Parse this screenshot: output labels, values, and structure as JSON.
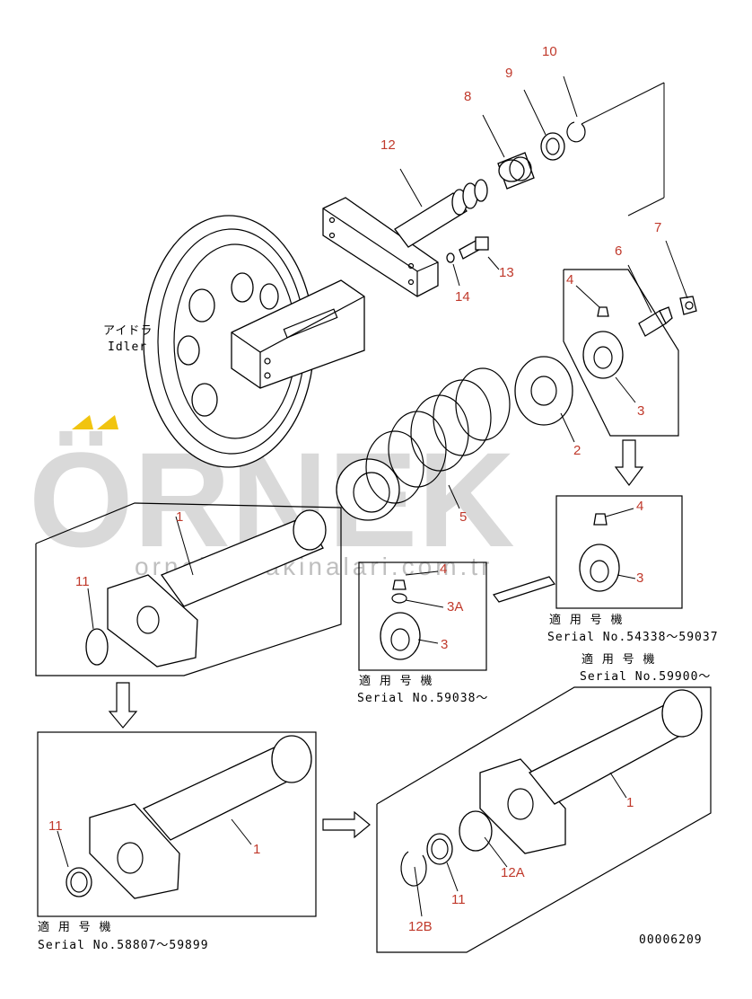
{
  "watermark": {
    "brand": "ÖRNEK",
    "url": "ornekismakinalari.com.tr",
    "accent": "#f1c40f"
  },
  "callouts": {
    "c10": "10",
    "c9": "9",
    "c8": "8",
    "c12": "12",
    "c7": "7",
    "c6": "6",
    "c4": "4",
    "c13": "13",
    "c14": "14",
    "c3": "3",
    "c2": "2",
    "c5": "5",
    "c1": "1",
    "c11": "11",
    "c4b": "4",
    "c3b": "3",
    "c4c": "4",
    "c3a": "3A",
    "c3c": "3",
    "c1b": "1",
    "c11b": "11",
    "c1c": "1",
    "c12a": "12A",
    "c11c": "11",
    "c12b": "12B"
  },
  "labels": {
    "idler_jp": "アイドラ",
    "idler_en": "Idler",
    "applicable_1": "適 用 号 機",
    "serial_1": "Serial No.54338～59037",
    "applicable_2": "適 用 号 機",
    "serial_2": "Serial No.59038～",
    "applicable_3": "適 用 号 機",
    "serial_3": "Serial No.59900～",
    "applicable_4": "適 用 号 機",
    "serial_4": "Serial No.58807～59899",
    "drawing_no": "00006209"
  },
  "colors": {
    "callout": "#c0392b",
    "line": "#000000",
    "watermark": "#d9d9d9"
  }
}
